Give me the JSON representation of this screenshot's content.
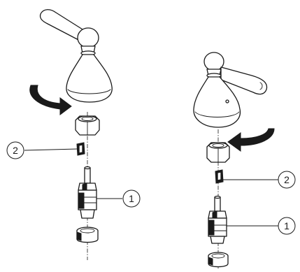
{
  "callouts": {
    "left_2": "2",
    "left_1": "1",
    "right_2": "2",
    "right_1": "1"
  },
  "colors": {
    "line": "#1a1a1a",
    "background": "#ffffff"
  }
}
